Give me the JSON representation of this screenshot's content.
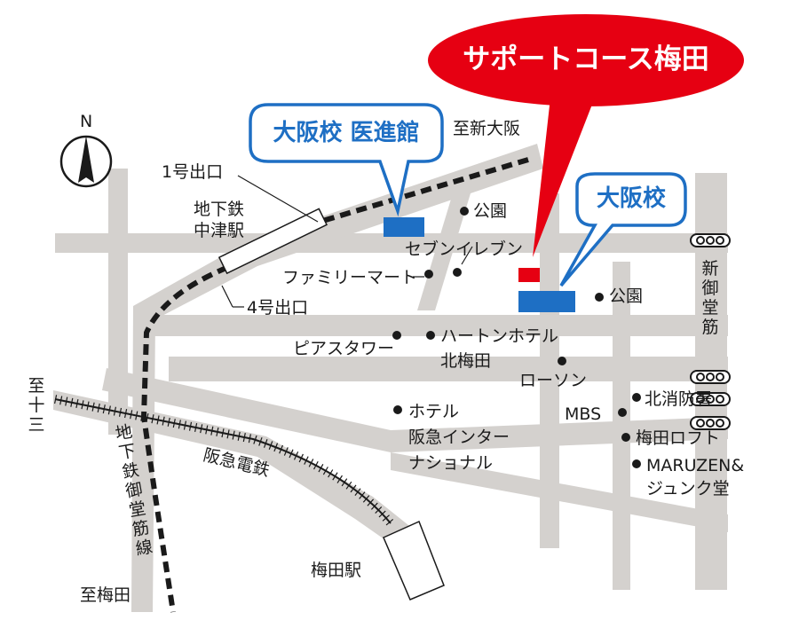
{
  "colors": {
    "road": "#d4d1ce",
    "subway_line": "#1a1a1a",
    "school_blue": "#1e6fc4",
    "highlight_red": "#e60012",
    "text": "#1a1a1a"
  },
  "compass": {
    "north_label": "N",
    "icon": "north-arrow-icon"
  },
  "callouts": {
    "support_course": "サポートコース梅田",
    "osaka_iseikan": "大阪校 医進館",
    "osaka_school": "大阪校"
  },
  "stations": {
    "subway_nakatsu": "地下鉄\n中津駅",
    "umeda": "梅田駅"
  },
  "exits": {
    "exit1": "1号出口",
    "exit4": "4号出口"
  },
  "directions": {
    "shin_osaka": "至新大阪",
    "juso": "至十三",
    "umeda": "至梅田"
  },
  "lines": {
    "hankyu": "阪急電鉄",
    "midosuji_line": "地下鉄御堂筋線",
    "shin_midosuji": "新御堂筋"
  },
  "landmarks": {
    "park_north": "公園",
    "seven_eleven": "セブンイレブン",
    "familymart": "ファミリーマート",
    "park_east": "公園",
    "pias_tower": "ピアスタワー",
    "hearton_hotel": "ハートンホテル",
    "kita_umeda": "北梅田",
    "lawson": "ローソン",
    "hotel_hankyu": "ホテル\n阪急インター\nナショナル",
    "mbs": "MBS",
    "fire_station": "北消防署",
    "umeda_loft": "梅田ロフト",
    "maruzen": "MARUZEN&\nジュンク堂"
  }
}
